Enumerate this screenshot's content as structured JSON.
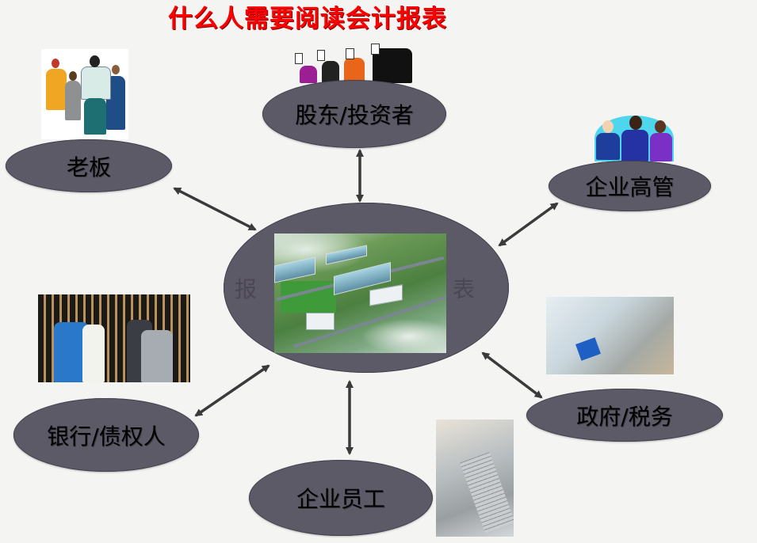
{
  "title": "什么人需要阅读会计报表",
  "center": {
    "left_char": "报",
    "right_char": "表",
    "image": "factory-aerial-photo"
  },
  "nodes": [
    {
      "id": "boss",
      "label": "老板",
      "image": "business-team-clipart"
    },
    {
      "id": "shareholders",
      "label": "股东/投资者",
      "image": "investors-holding-signs-clipart"
    },
    {
      "id": "executives",
      "label": "企业高管",
      "image": "singing-executives-clipart"
    },
    {
      "id": "government",
      "label": "政府/税务",
      "image": "office-meeting-photo"
    },
    {
      "id": "employees",
      "label": "企业员工",
      "image": "typing-keyboard-photo"
    },
    {
      "id": "creditors",
      "label": "银行/债权人",
      "image": "handshake-photo"
    }
  ],
  "colors": {
    "title": "#ff0000",
    "node_fill": "#5d5a68",
    "arrow": "#3a3a3c",
    "background": "#f4f4f2",
    "center_text": "#4a4753"
  },
  "connectors": "double-headed-arrows"
}
